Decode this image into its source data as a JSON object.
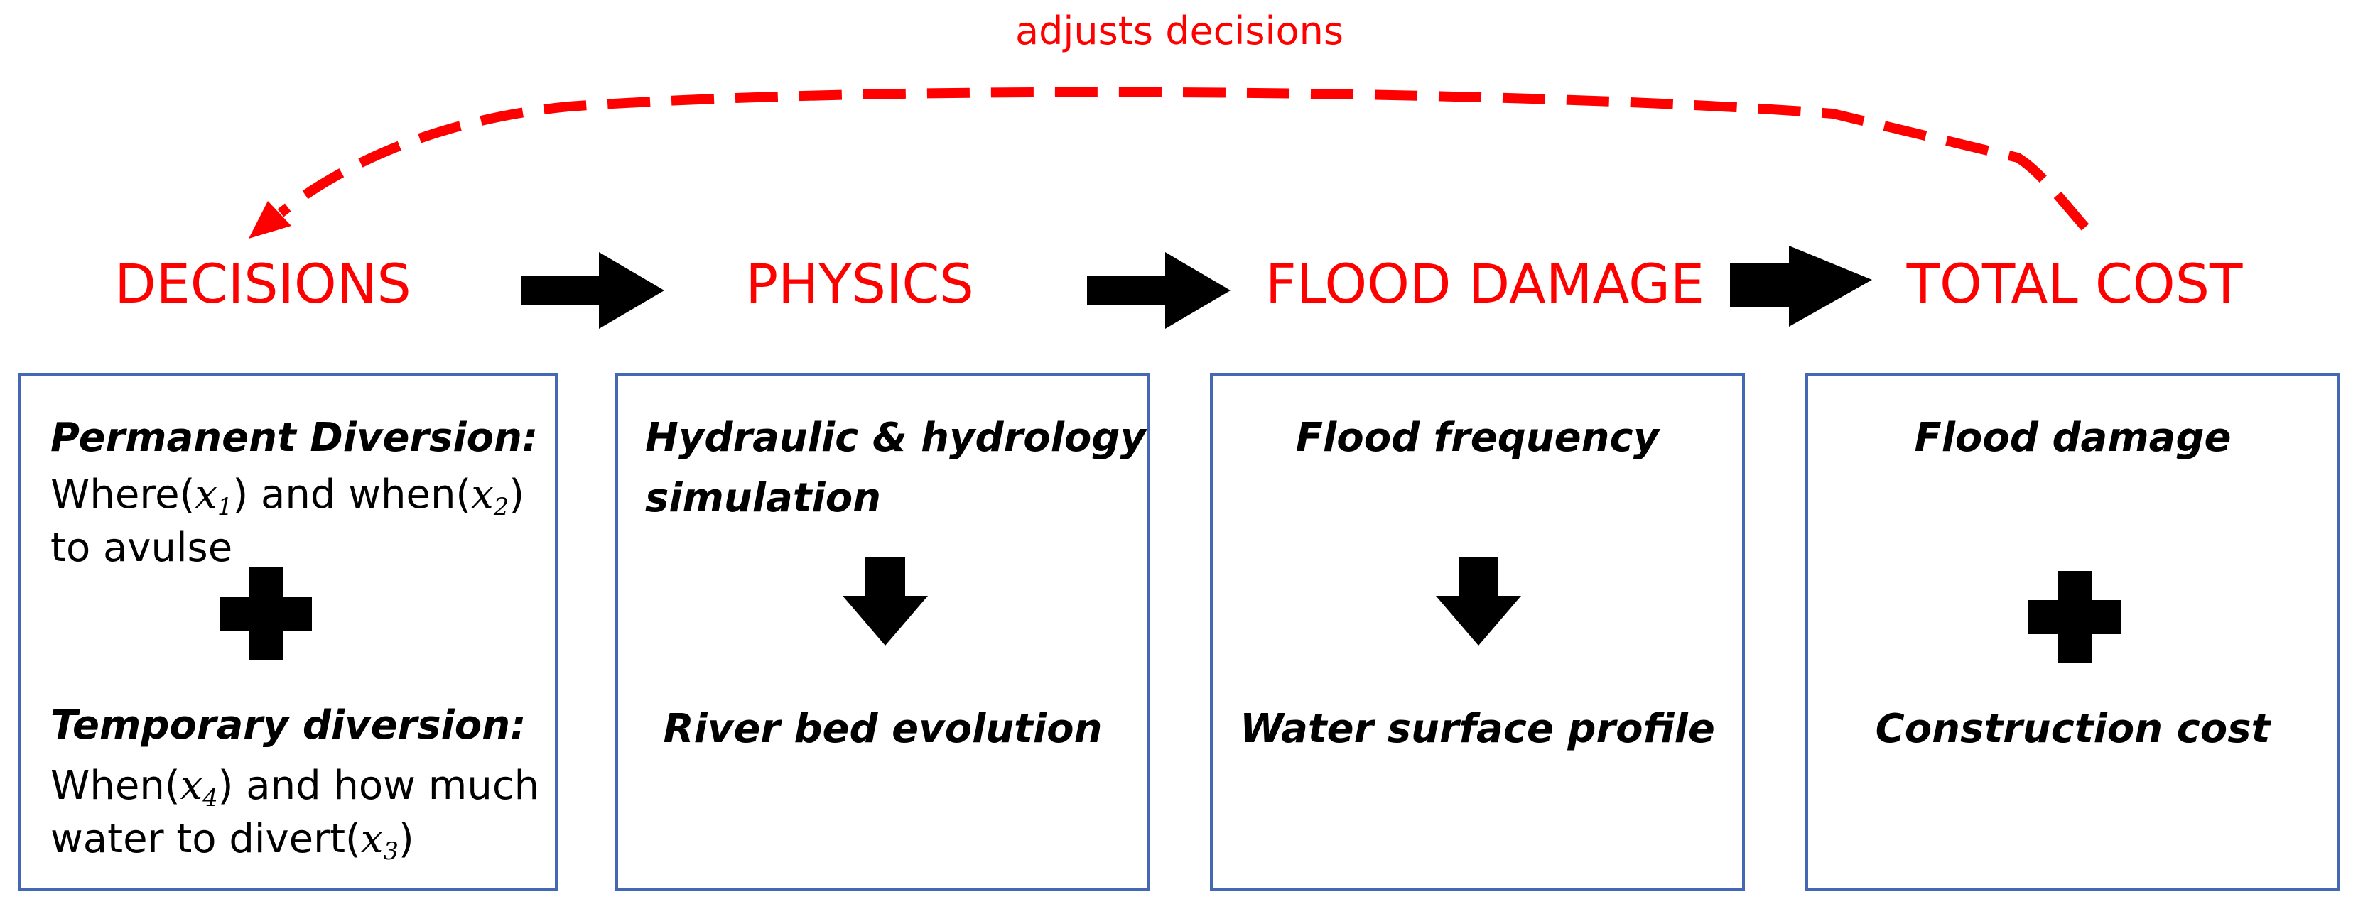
{
  "feedback": {
    "label": "adjusts decisions",
    "color": "#ff0000"
  },
  "stages": [
    {
      "title": "DECISIONS"
    },
    {
      "title": "PHYSICS"
    },
    {
      "title": "FLOOD DAMAGE"
    },
    {
      "title": "TOTAL COST"
    }
  ],
  "decisions": {
    "permanent_title": "Permanent Diversion:",
    "permanent_p1": "Where(",
    "x1": "x",
    "x1_sub": "1",
    "permanent_p2": ") and when(",
    "x2": "x",
    "x2_sub": "2",
    "permanent_p3": ")",
    "permanent_line2": "to avulse",
    "temporary_title": "Temporary diversion:",
    "temporary_p1": "When(",
    "x4": "x",
    "x4_sub": "4",
    "temporary_p2": ") and how much",
    "temporary_p3": "water to divert(",
    "x3": "x",
    "x3_sub": "3",
    "temporary_p4": ")"
  },
  "physics": {
    "top_line1": "Hydraulic & hydrology",
    "top_line2": "simulation",
    "bottom": "River bed evolution"
  },
  "flood_damage": {
    "top": "Flood frequency",
    "bottom": "Water surface profile"
  },
  "total_cost": {
    "top": "Flood damage",
    "bottom": "Construction cost"
  },
  "colors": {
    "accent": "#ff0000",
    "box_border": "#4468b4",
    "arrow": "#000000"
  }
}
